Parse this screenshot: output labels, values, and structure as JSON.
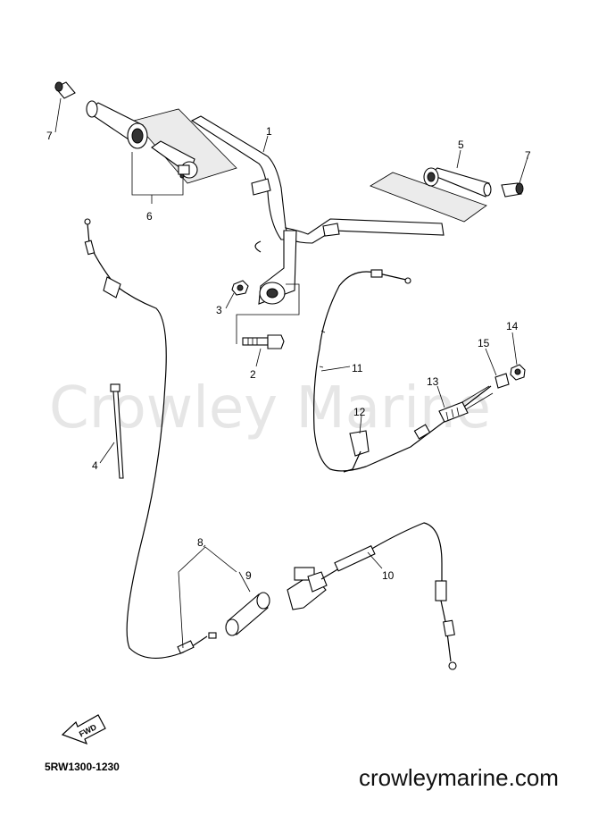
{
  "watermark": "Crowley Marine",
  "diagram_code": "5RW1300-1230",
  "website": "crowleymarine.com",
  "fwd_label": "FWD",
  "callouts": {
    "c1": "1",
    "c2": "2",
    "c3": "3",
    "c4": "4",
    "c5": "5",
    "c6": "6",
    "c7a": "7",
    "c7b": "7",
    "c8": "8",
    "c9": "9",
    "c10": "10",
    "c11": "11",
    "c12": "12",
    "c13": "13",
    "c14": "14",
    "c15": "15"
  }
}
